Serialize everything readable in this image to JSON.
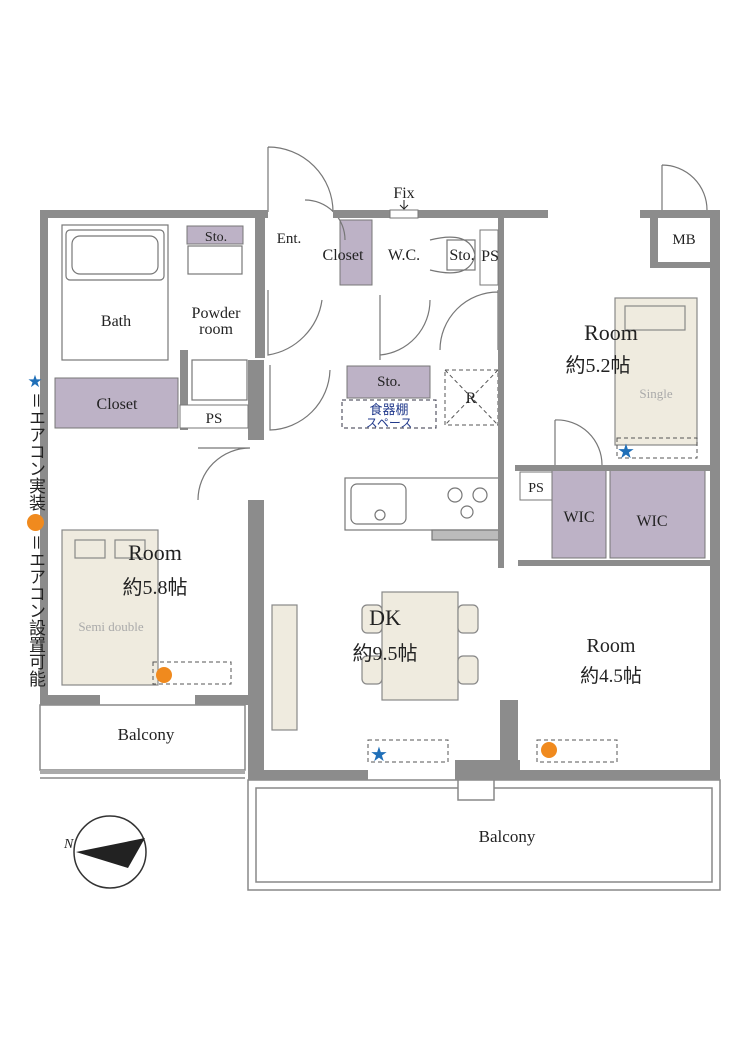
{
  "colors": {
    "wall": "#8c8c8c",
    "closet": "#bdb2c6",
    "bed": "#efebdf",
    "star": "#1f6fb8",
    "dot": "#f08a1e"
  },
  "legend": {
    "star_text": "＝エアコン実装",
    "dot_text": "＝エアコン設置可能",
    "star_icon": "★"
  },
  "labels": {
    "fix": "Fix",
    "ent": "Ent.",
    "closet_ent": "Closet",
    "wc": "W.C.",
    "sto_wc": "Sto.",
    "ps_wc": "PS",
    "mb": "MB",
    "sto_bath": "Sto.",
    "bath": "Bath",
    "powder1": "Powder",
    "powder2": "room",
    "closet_left": "Closet",
    "ps_left": "PS",
    "sto_hall": "Sto.",
    "dish1": "食器棚",
    "dish2": "スペース",
    "r": "R",
    "room1_name": "Room",
    "room1_size": "約5.2帖",
    "bed1": "Single",
    "ps_wic": "PS",
    "wic1": "WIC",
    "wic2": "WIC",
    "room2_name": "Room",
    "room2_size": "約5.8帖",
    "bed2": "Semi double",
    "dk_name": "DK",
    "dk_size": "約9.5帖",
    "room3_name": "Room",
    "room3_size": "約4.5帖",
    "balcony_left": "Balcony",
    "balcony_main": "Balcony",
    "north": "N"
  }
}
